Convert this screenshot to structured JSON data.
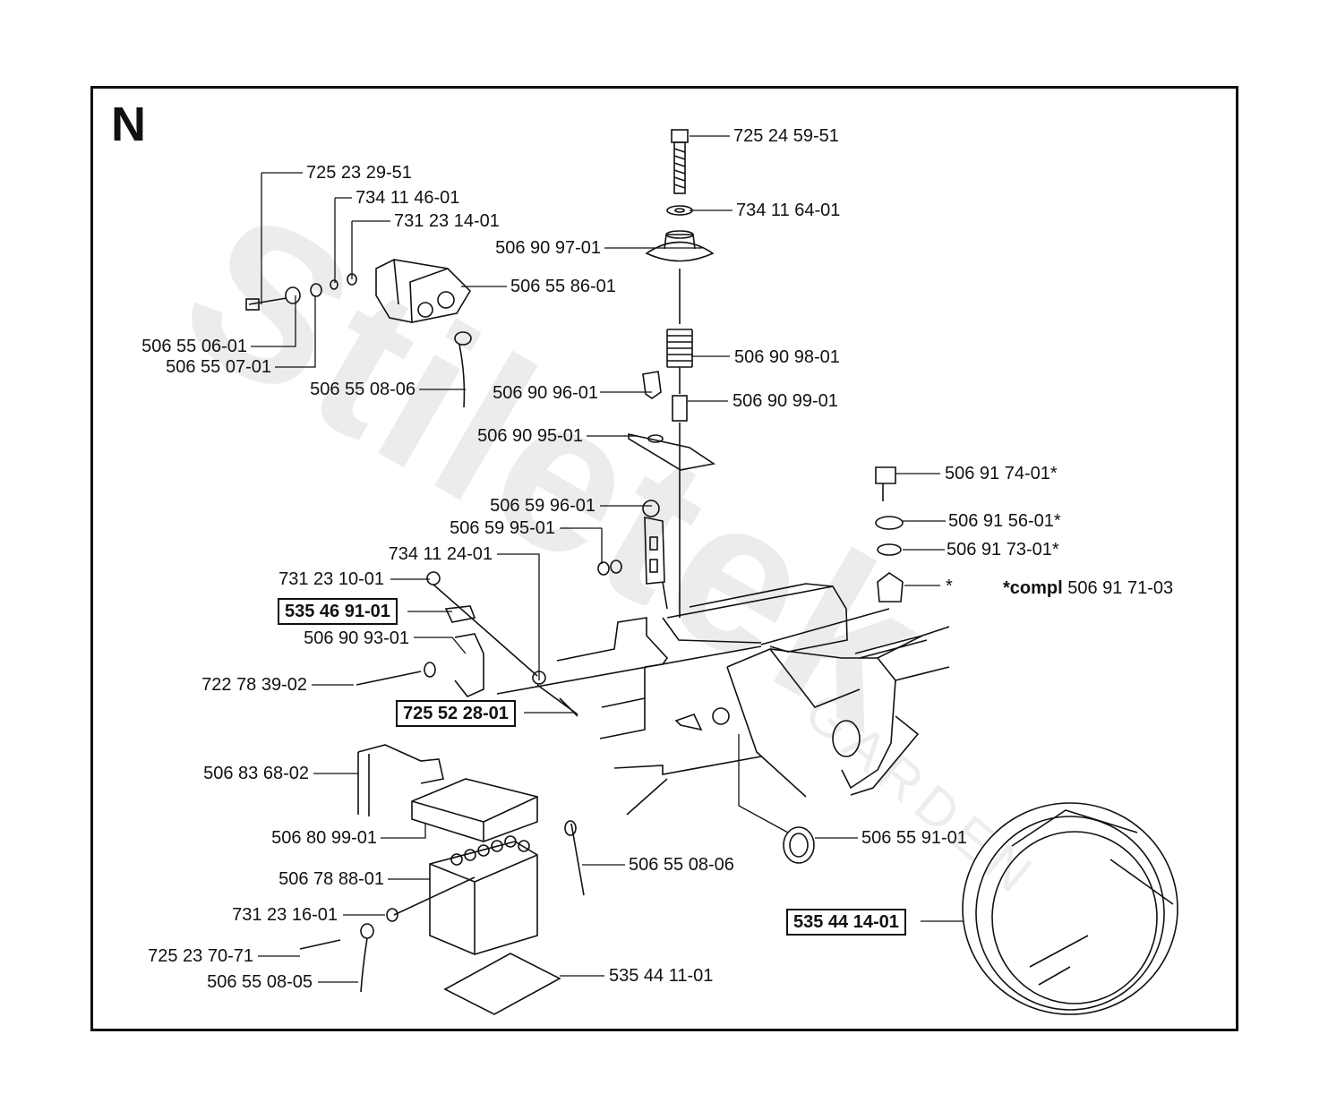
{
  "section_letter": "N",
  "watermark": "Stiletek",
  "watermark_sub": "GARDEN",
  "colors": {
    "ink": "#111111",
    "background": "#ffffff",
    "watermark": "#ececec"
  },
  "labels": {
    "l725245951": "725 24 59-51",
    "l734116401": "734 11 64-01",
    "l506909701": "506 90 97-01",
    "l506909801": "506 90 98-01",
    "l506909601": "506 90 96-01",
    "l506909901": "506 90 99-01",
    "l506909501": "506 90 95-01",
    "l725232951": "725 23 29-51",
    "l734114601": "734 11 46-01",
    "l731231401": "731 23 14-01",
    "l506558601": "506 55 86-01",
    "l506550601": "506 55 06-01",
    "l506550701": "506 55 07-01",
    "l506550806a": "506 55 08-06",
    "l506917401": "506 91 74-01*",
    "l506915601": "506 91 56-01*",
    "l506917301": "506 91 73-01*",
    "star": "*",
    "compl_prefix": "*compl",
    "compl_number": "506 91 71-03",
    "l506599601": "506 59 96-01",
    "l506599501": "506 59 95-01",
    "l734112401": "734 11 24-01",
    "l731231001": "731 23 10-01",
    "l535469101": "535 46 91-01",
    "l506909301": "506 90 93-01",
    "l722783902": "722 78 39-02",
    "l725522801": "725 52 28-01",
    "l506836802": "506 83 68-02",
    "l506809901": "506 80 99-01",
    "l506788801": "506 78 88-01",
    "l506550806b": "506 55 08-06",
    "l731231601": "731 23 16-01",
    "l725237071": "725 23 70-71",
    "l506550805": "506 55 08-05",
    "l535441101": "535 44 11-01",
    "l506559101": "506 55 91-01",
    "l535441401": "535 44 14-01"
  }
}
